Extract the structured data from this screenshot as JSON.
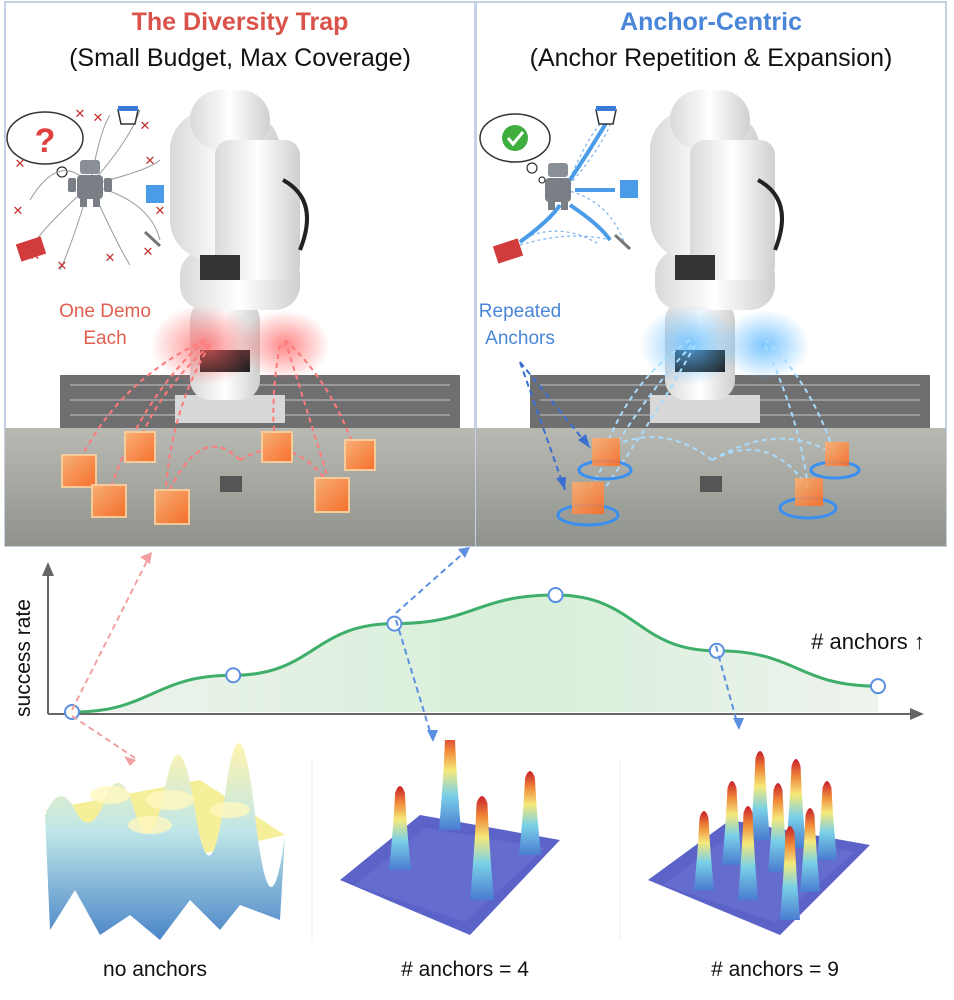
{
  "left_panel": {
    "title": "The Diversity Trap",
    "subtitle": "(Small Budget, Max Coverage)",
    "note_line1": "One Demo",
    "note_line2": "Each",
    "title_color": "#d9534a",
    "accent_color": "#ef7060"
  },
  "right_panel": {
    "title": "Anchor-Centric",
    "subtitle": "(Anchor Repetition & Expansion)",
    "note_line1": "Repeated",
    "note_line2": "Anchors",
    "title_color": "#4a86d8",
    "accent_color": "#4a86d8"
  },
  "icons": {
    "left_bubble": "question-mark-icon",
    "right_bubble": "check-mark-icon",
    "objects": [
      "cup-icon",
      "cube-icon",
      "wrench-icon",
      "book-icon"
    ]
  },
  "chart": {
    "ylabel": "success rate",
    "xlabel": "# anchors ↑",
    "line_color": "#3fae6a",
    "points": [
      0,
      0.27,
      0.65,
      0.86,
      0.45,
      0.19
    ]
  },
  "landscapes": [
    {
      "caption": "no anchors",
      "peaks": 0
    },
    {
      "caption": "# anchors = 4",
      "peaks": 4
    },
    {
      "caption": "# anchors = 9",
      "peaks": 9
    }
  ]
}
